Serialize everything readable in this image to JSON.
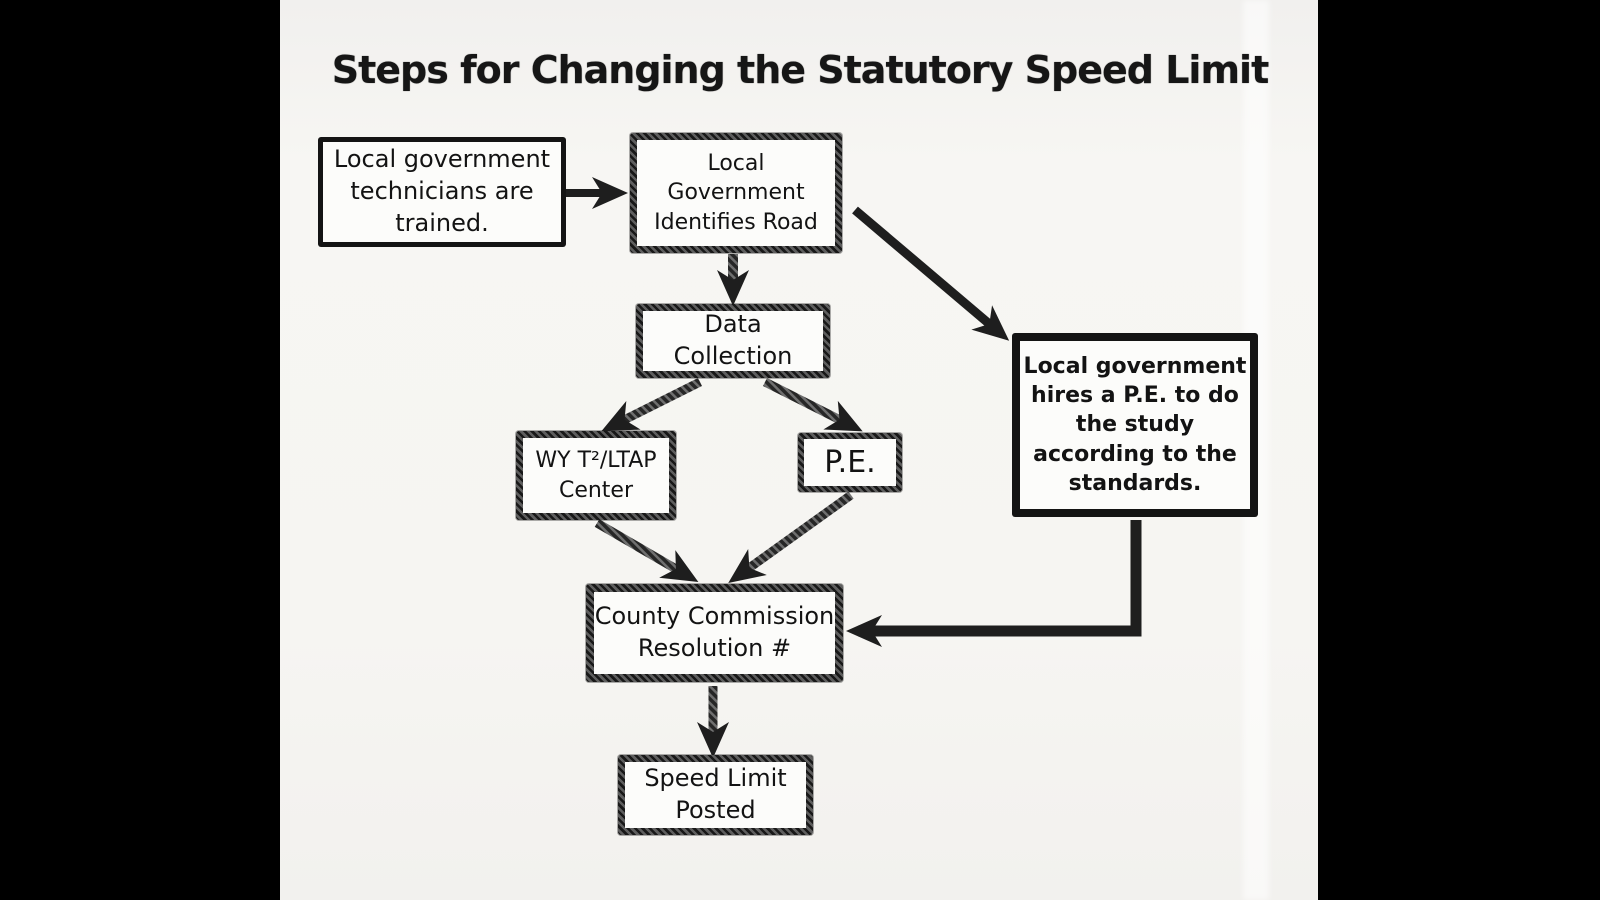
{
  "title": "Steps for Changing the Statutory Speed Limit",
  "diagram": {
    "nodes": [
      {
        "id": "technicians-trained",
        "label": "Local government\ntechnicians are\ntrained."
      },
      {
        "id": "identify-road",
        "label": "Local\nGovernment\nIdentifies Road"
      },
      {
        "id": "data-collection",
        "label": "Data\nCollection"
      },
      {
        "id": "ltap-center",
        "label": "WY T²/LTAP\nCenter"
      },
      {
        "id": "pe",
        "label": "P.E."
      },
      {
        "id": "hire-pe",
        "label": "Local government\nhires a P.E. to do\nthe study\naccording to the\nstandards."
      },
      {
        "id": "county-commission",
        "label": "County Commission\nResolution #"
      },
      {
        "id": "speed-limit-posted",
        "label": "Speed Limit\nPosted"
      }
    ],
    "edges": [
      {
        "from": "technicians-trained",
        "to": "identify-road"
      },
      {
        "from": "identify-road",
        "to": "data-collection"
      },
      {
        "from": "identify-road",
        "to": "hire-pe"
      },
      {
        "from": "data-collection",
        "to": "ltap-center"
      },
      {
        "from": "data-collection",
        "to": "pe"
      },
      {
        "from": "ltap-center",
        "to": "county-commission"
      },
      {
        "from": "pe",
        "to": "county-commission"
      },
      {
        "from": "hire-pe",
        "to": "county-commission"
      },
      {
        "from": "county-commission",
        "to": "speed-limit-posted"
      }
    ],
    "colors": {
      "ink": "#1a1a1a",
      "page": "#f6f5f2",
      "background": "#000000"
    }
  }
}
